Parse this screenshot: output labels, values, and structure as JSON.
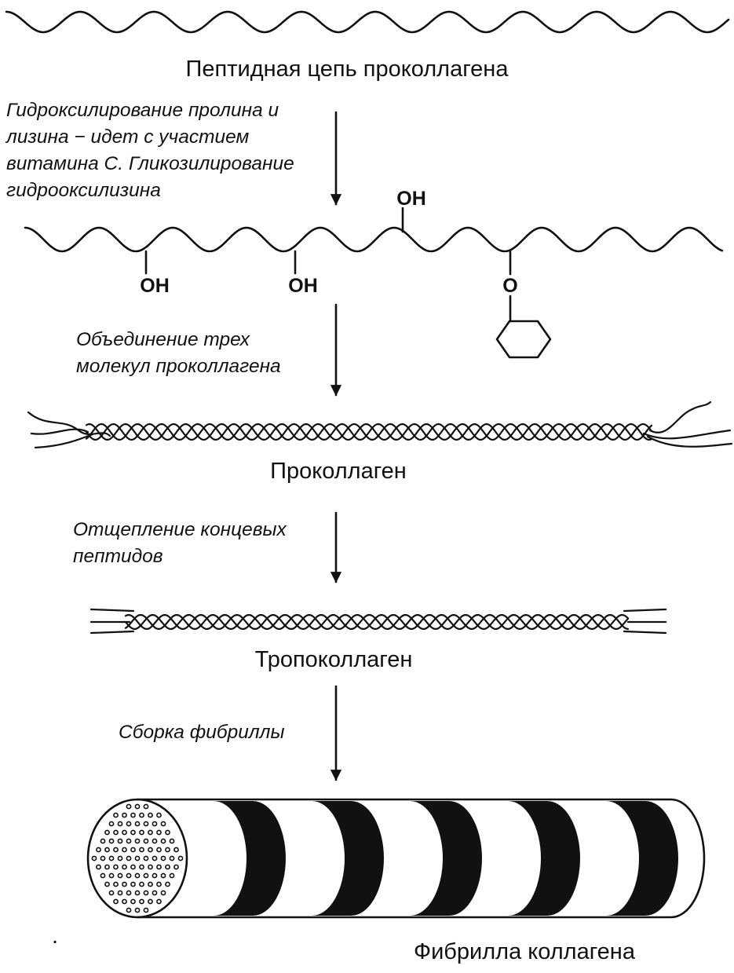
{
  "stages": {
    "peptide_chain": "Пептидная цепь проколлагена",
    "procollagen": "Проколлаген",
    "tropocollagen": "Тропоколлаген",
    "fibril": "Фибрилла коллагена"
  },
  "steps": {
    "hydroxylation": [
      "Гидроксилирование пролина и",
      "лизина − идет с участием",
      "витамина С. Гликозилирование",
      "гидрооксилизина"
    ],
    "union": [
      "Объединение трех",
      "молекул проколлагена"
    ],
    "cleavage": [
      "Отщепление  концевых",
      "пептидов"
    ],
    "assembly": [
      "Сборка фибриллы"
    ]
  },
  "groups": {
    "hydroxyl_1": "OH",
    "hydroxyl_2": "OH",
    "hydroxyl_3": "OH",
    "glycosyl_link": "O"
  }
}
